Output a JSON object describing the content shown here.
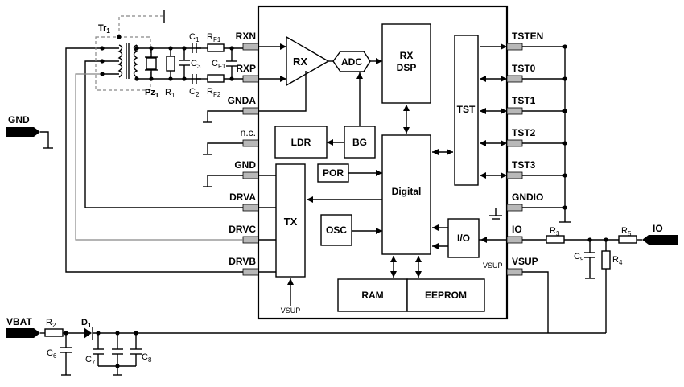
{
  "pins_left": {
    "rxn": "RXN",
    "rxp": "RXP",
    "gnda": "GNDA",
    "nc": "n.c.",
    "gnd": "GND",
    "drva": "DRVA",
    "drvc": "DRVC",
    "drvb": "DRVB"
  },
  "pins_right": {
    "tsten": "TSTEN",
    "tst0": "TST0",
    "tst1": "TST1",
    "tst2": "TST2",
    "tst3": "TST3",
    "gndio": "GNDIO",
    "io": "IO",
    "vsup": "VSUP"
  },
  "blocks": {
    "rx": "RX",
    "adc": "ADC",
    "rx_dsp_1": "RX",
    "rx_dsp_2": "DSP",
    "tst": "TST",
    "ldr": "LDR",
    "bg": "BG",
    "por": "POR",
    "digital": "Digital",
    "tx": "TX",
    "osc": "OSC",
    "io": "I/O",
    "ram": "RAM",
    "eeprom": "EEPROM"
  },
  "small_labels": {
    "vsup_bottom": "VSUP",
    "vsup_inside": "VSUP"
  },
  "components": {
    "tr1": "Tr",
    "tr1_sub": "1",
    "pz1": "Pz",
    "pz1_sub": "1",
    "r1": "R",
    "r1_sub": "1",
    "c1": "C",
    "c1_sub": "1",
    "c2": "C",
    "c2_sub": "2",
    "c3": "C",
    "c3_sub": "3",
    "rf1": "R",
    "rf1_sub": "F1",
    "rf2": "R",
    "rf2_sub": "F2",
    "cf1": "C",
    "cf1_sub": "F1",
    "r2": "R",
    "r2_sub": "2",
    "d1": "D",
    "d1_sub": "1",
    "c6": "C",
    "c6_sub": "6",
    "c7": "C",
    "c7_sub": "7",
    "c8": "C",
    "c8_sub": "8",
    "r3": "R",
    "r3_sub": "3",
    "r4": "R",
    "r4_sub": "4",
    "r5": "R",
    "r5_sub": "5",
    "c9": "C",
    "c9_sub": "9"
  },
  "external": {
    "gnd": "GND",
    "vbat": "VBAT",
    "io": "IO"
  }
}
